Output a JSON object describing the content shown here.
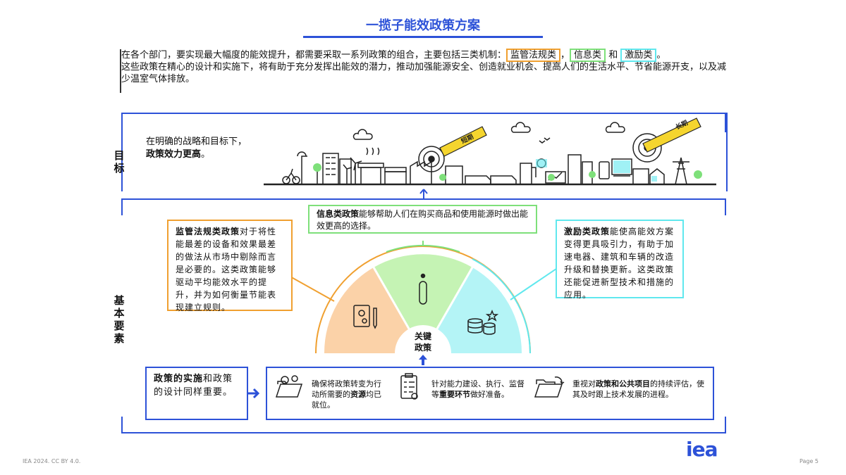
{
  "page_title": "一揽子能效政策方案",
  "intro": {
    "part1": "在各个部门，要实现最大幅度的能效提升，都需要采取一系列政策的组合，主要包括三类机制：",
    "tag1": "监管法规类",
    "sep1": "，",
    "tag2": "信息类",
    "sep2": " 和 ",
    "tag3": "激励类",
    "end1": "。",
    "part2": "这些政策在精心的设计和实施下，将有助于充分发挥出能效的潜力，推动加强能源安全、创造就业机会、提高人们的生活水平、节省能源开支，以及减少温室气体排放。"
  },
  "goal_label": "目标",
  "goal_text_1": "在明确的战略和目标下，",
  "goal_text_2": "政策效力更高",
  "goal_text_3": "。",
  "short_term_label": "短期",
  "long_term_label": "长期",
  "elements_label": "基本要素",
  "info_box": {
    "bold": "信息类政策",
    "text": "能够帮助人们在购买商品和使用能源时做出能效更高的选择。"
  },
  "regulatory_box": {
    "bold": "监管法规类政策",
    "text": "对于将性能最差的设备和效果最差的做法从市场中剔除而言是必要的。这类政策能够驱动平均能效水平的提升，并为如何衡量节能表现建立规则。"
  },
  "incentive_box": {
    "bold": "激励类政策",
    "text": "能使高能效方案变得更具吸引力，有助于加速电器、建筑和车辆的改造升级和替换更新。这类政策还能促进新型技术和措施的应用。"
  },
  "hub_label_1": "关键",
  "hub_label_2": "政策",
  "implementation": {
    "bold": "政策的实施",
    "text": "和政策的设计同样重要。"
  },
  "steps": [
    {
      "pre": "确保将政策转变为行动所需要的",
      "bold": "资源",
      "post": "均已就位。"
    },
    {
      "pre": "针对能力建设、执行、监督等",
      "bold": "重要环节",
      "post": "做好准备。"
    },
    {
      "pre": "重视对",
      "bold": "政策和公共项目",
      "post": "的持续评估，使其及时跟上技术发展的进程。"
    }
  ],
  "footer_left": "IEA 2024. CC BY 4.0.",
  "footer_right": "Page 5",
  "logo": "iea",
  "colors": {
    "blue": "#2d52d8",
    "orange": "#f0a030",
    "green": "#7ee07a",
    "cyan": "#60e8ee",
    "peach": "#fbd2a8",
    "lightgreen": "#c5f3b4",
    "lightcyan": "#b4f4f6",
    "yellow": "#f5d52e"
  }
}
